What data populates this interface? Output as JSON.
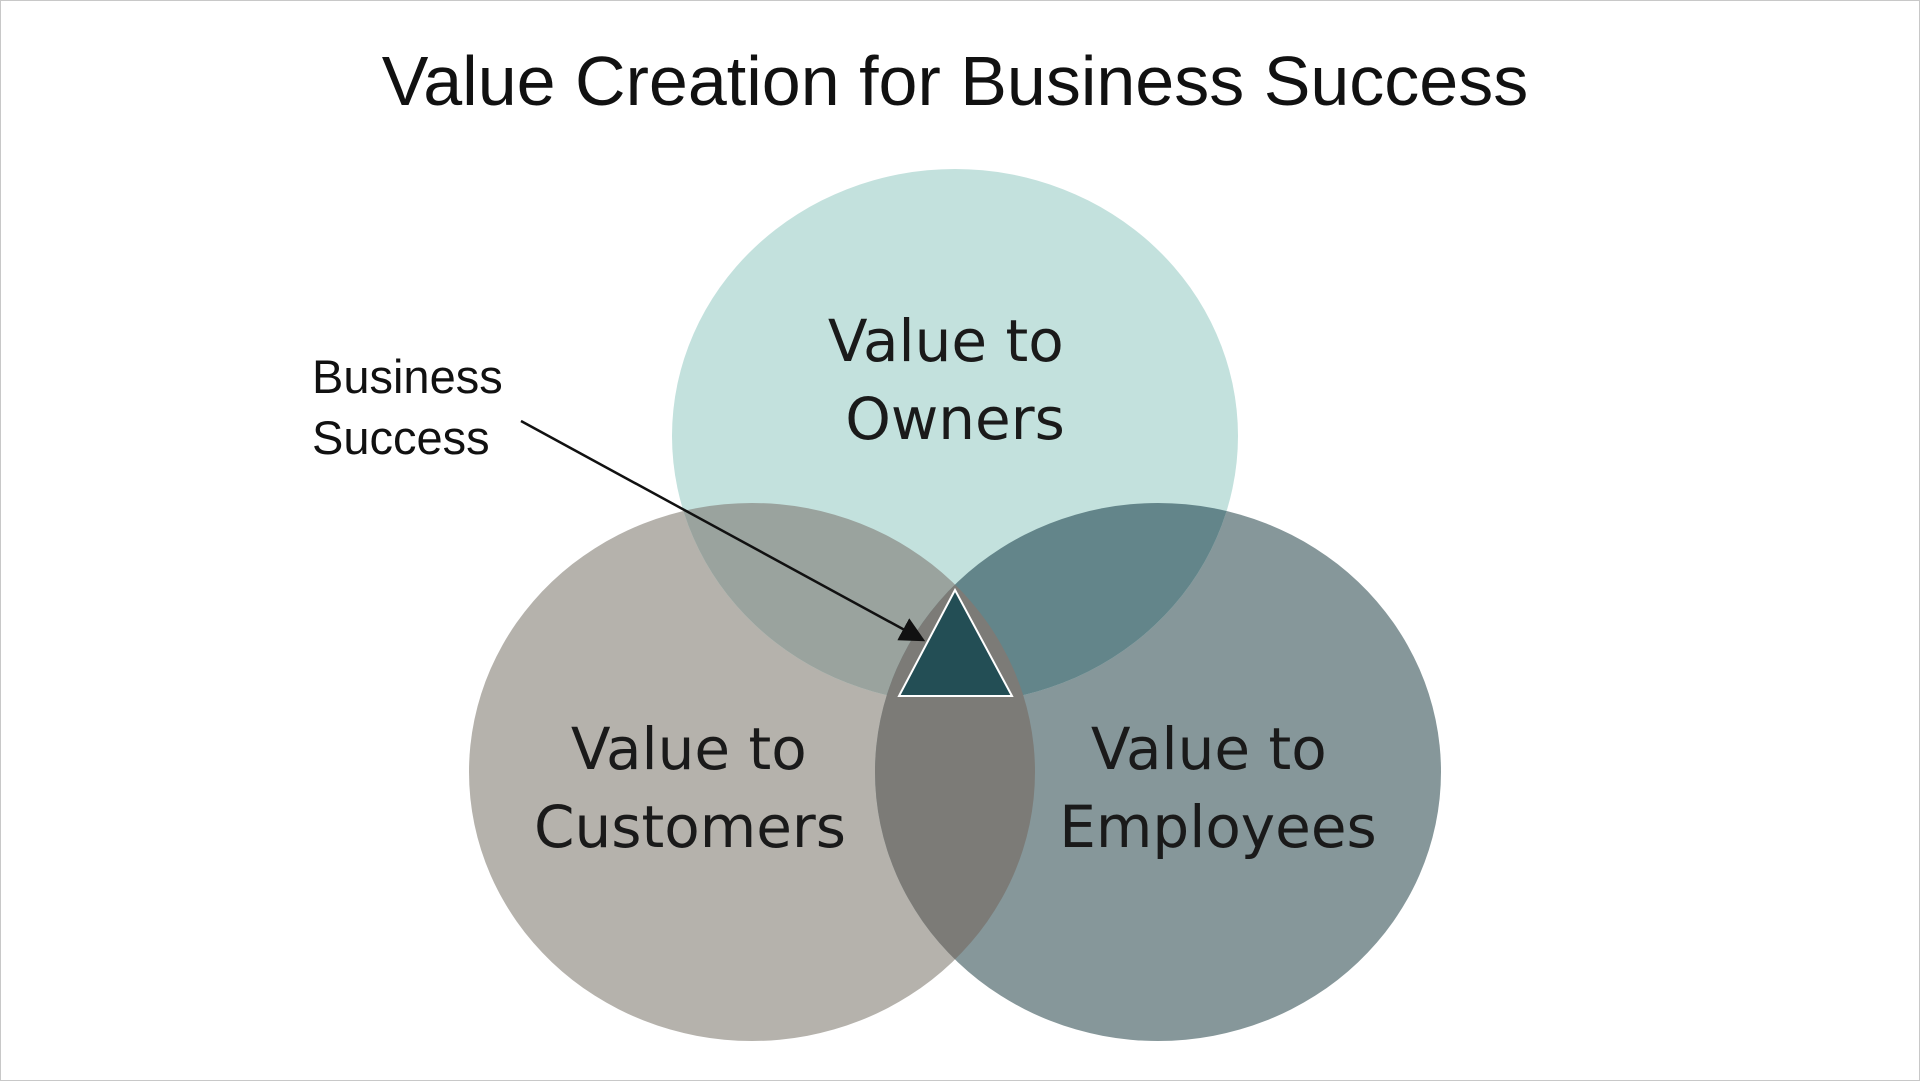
{
  "title": "Value Creation for Business Success",
  "circles": {
    "owners": {
      "line1": "Value to",
      "line2": "Owners",
      "color": "#c3e1dd"
    },
    "customers": {
      "line1": "Value to",
      "line2": "Customers",
      "color": "#b5b2ac"
    },
    "employees": {
      "line1": "Value to",
      "line2": "Employees",
      "color": "#86979a"
    }
  },
  "overlaps": {
    "owners_customers": "#9aa39e",
    "owners_employees": "#63858a",
    "customers_employees": "#7c7b77"
  },
  "callout": {
    "line1": "Business",
    "line2": "Success",
    "marker_color": "#234e55"
  }
}
